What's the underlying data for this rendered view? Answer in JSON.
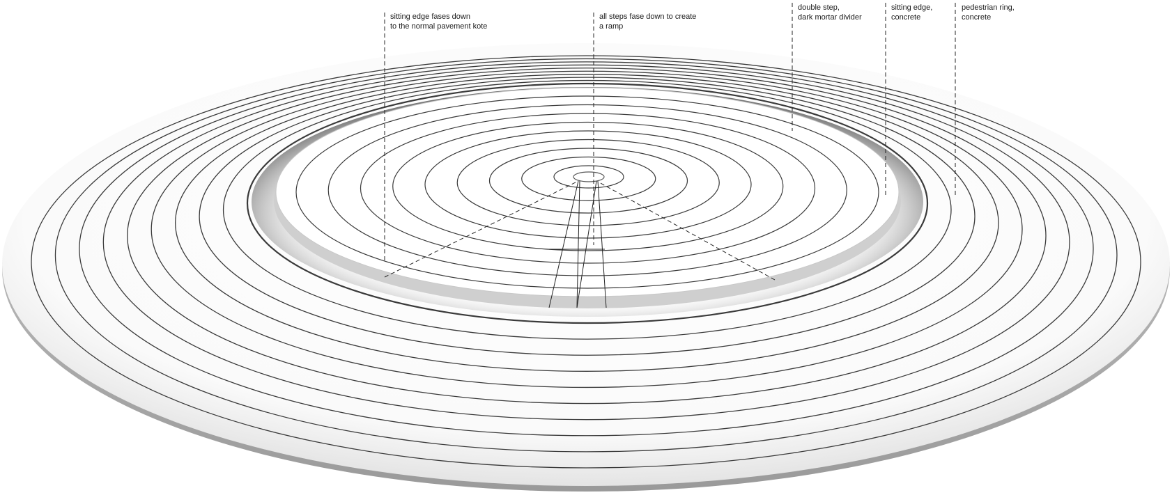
{
  "annotations": {
    "sitting_edge_fases": [
      "sitting edge fases down",
      "to the normal pavement kote"
    ],
    "steps_fase_ramp": [
      "all steps fase down to create",
      "a ramp"
    ],
    "double_step": [
      "double step,",
      "dark mortar divider"
    ],
    "sitting_edge_concrete": [
      "sitting edge,",
      "concrete"
    ],
    "pedestrian_ring": [
      "pedestrian ring,",
      "concrete"
    ]
  },
  "colors": {
    "ring_line": "#3a3a3a",
    "leader_line": "#222222",
    "surface": "#ffffff",
    "shadow": "#8a8a8a"
  }
}
